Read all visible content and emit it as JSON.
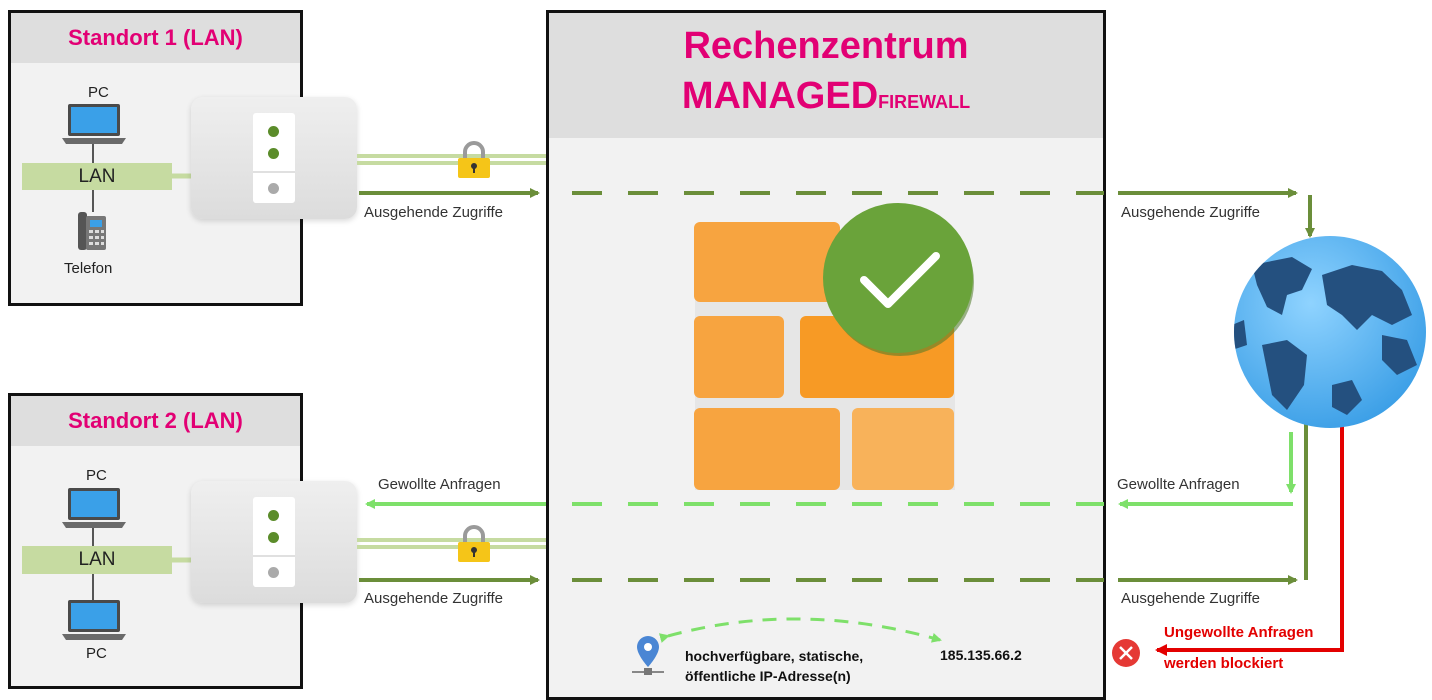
{
  "site1": {
    "title": "Standort 1 (LAN)",
    "lan_label": "LAN",
    "device_top_label": "PC",
    "device_bottom_label": "Telefon"
  },
  "site2": {
    "title": "Standort 2 (LAN)",
    "lan_label": "LAN",
    "device_top_label": "PC",
    "device_bottom_label": "PC"
  },
  "datacenter": {
    "title": "Rechenzentrum",
    "subtitle_main": "MANAGED",
    "subtitle_small": "FIREWALL",
    "ip_description_line1": "hochverfügbare, statische,",
    "ip_description_line2": "öffentliche IP-Adresse(n)",
    "ip_address": "185.135.66.2"
  },
  "flows": {
    "outgoing": "Ausgehende Zugriffe",
    "wanted": "Gewollte Anfragen",
    "unwanted_line1": "Ungewollte Anfragen",
    "unwanted_line2": "werden blockiert"
  },
  "colors": {
    "brand_magenta": "#e20074",
    "outgoing_green": "#6b8e3a",
    "wanted_green": "#7ee06a",
    "blocked_red": "#e30000",
    "tunnel_green": "#c6dba1"
  },
  "icons": [
    "laptop-icon",
    "phone-icon",
    "router-icon",
    "lock-icon",
    "firewall-icon",
    "checkmark-icon",
    "globe-icon",
    "location-pin-icon",
    "blocked-icon"
  ]
}
